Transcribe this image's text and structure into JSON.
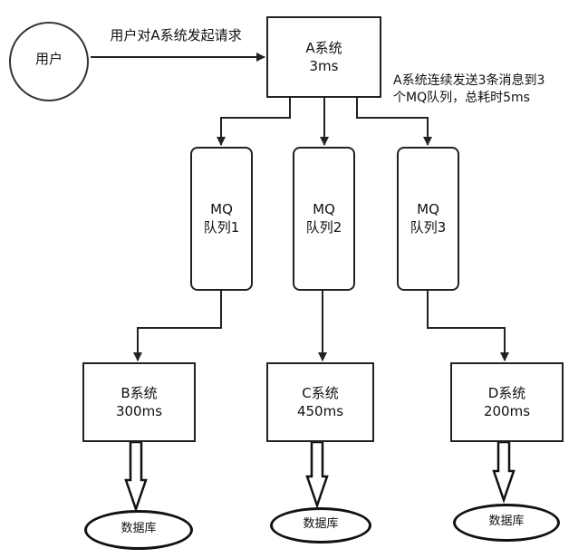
{
  "user": {
    "label": "用户"
  },
  "request_label": "用户对A系统发起请求",
  "system_a": {
    "name": "A系统",
    "time": "3ms"
  },
  "note_a": {
    "line1": "A系统连续发送3条消息到3",
    "line2": "个MQ队列，总耗时5ms"
  },
  "queues": [
    {
      "line1": "MQ",
      "line2": "队列1"
    },
    {
      "line1": "MQ",
      "line2": "队列2"
    },
    {
      "line1": "MQ",
      "line2": "队列3"
    }
  ],
  "systems": [
    {
      "name": "B系统",
      "time": "300ms"
    },
    {
      "name": "C系统",
      "time": "450ms"
    },
    {
      "name": "D系统",
      "time": "200ms"
    }
  ],
  "databases": [
    {
      "label": "数据库"
    },
    {
      "label": "数据库"
    },
    {
      "label": "数据库"
    }
  ]
}
